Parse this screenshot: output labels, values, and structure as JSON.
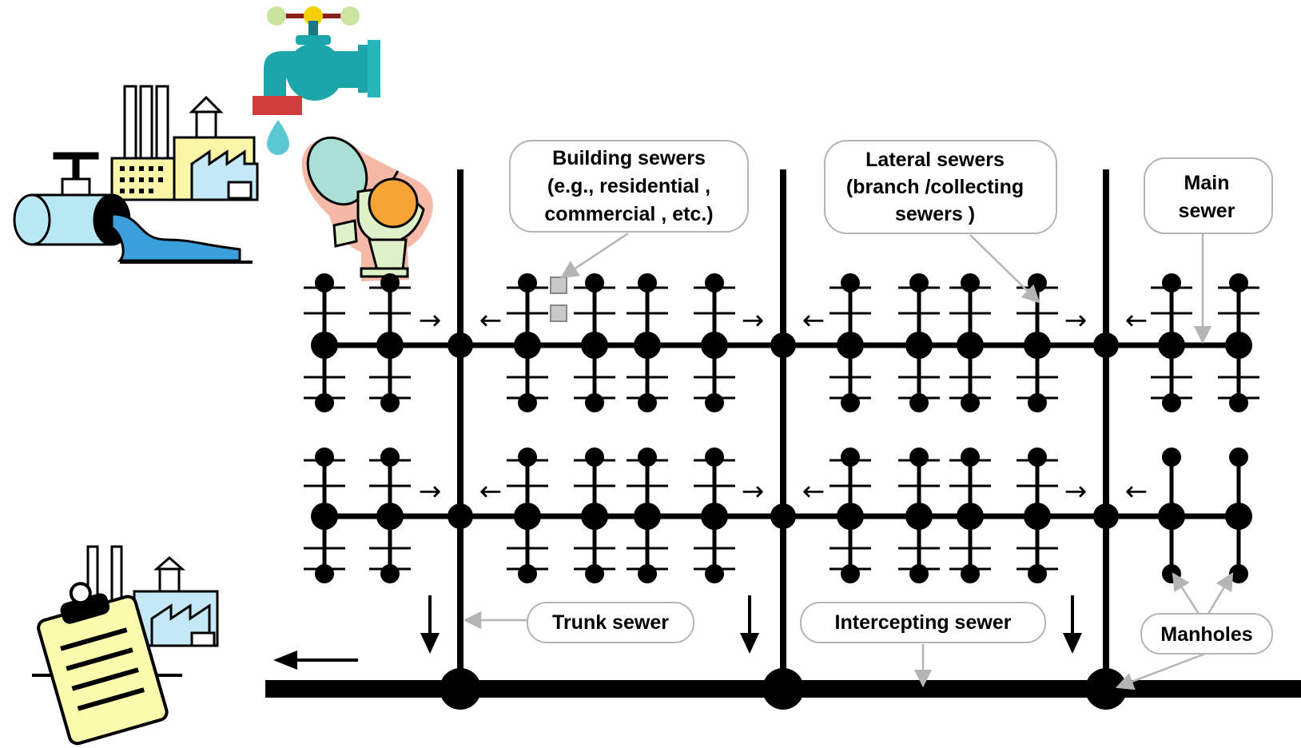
{
  "labels": {
    "building_sewers": [
      "Building sewers",
      "(e.g., residential ,",
      "commercial , etc.)"
    ],
    "lateral_sewers": [
      "Lateral sewers",
      "(branch /collecting",
      "sewers )"
    ],
    "main_sewer": [
      "Main",
      "sewer"
    ],
    "trunk_sewer": "Trunk sewer",
    "intercepting_sewer": "Intercepting sewer",
    "manholes": "Manholes"
  },
  "flow_arrows": {
    "right": "→",
    "left": "←"
  },
  "icons": [
    "industrial-plant-outfall-icon",
    "water-faucet-icon",
    "toilet-icon",
    "treatment-plant-clipboard-icon"
  ],
  "colors": {
    "pipe": "#000000",
    "callout_border": "#b4b4b4",
    "callout_pointer": "#b4b4b4",
    "faucet": "#1ca6a9",
    "water": "#5ac8d2",
    "pipe_fill": "#b9e8f5",
    "building": "#fbf5a8",
    "clipboard": "#fbfbae",
    "toilet_glow": "#f6b9a7",
    "orange": "#f7a437",
    "fitting": "#c9c9c9"
  }
}
